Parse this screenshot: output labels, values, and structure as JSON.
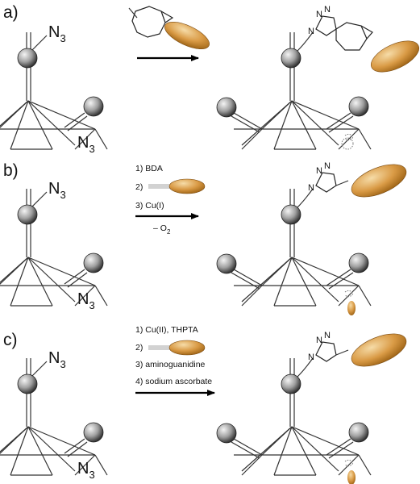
{
  "colors": {
    "sphere_light": "#f4f4f4",
    "sphere_mid": "#a0a0a0",
    "sphere_dark": "#303030",
    "ellipsoid_light": "#f6dca8",
    "ellipsoid_mid": "#d99a45",
    "ellipsoid_dark": "#9a6012",
    "bond": "#333333",
    "arrow": "#000000"
  },
  "labels": {
    "azide": "N",
    "azide_subscript": "3",
    "triazole_n": "N"
  },
  "panels": [
    {
      "letter": "a)",
      "steps": []
    },
    {
      "letter": "b)",
      "steps": [
        "1) BDA",
        "2)",
        "3) Cu(I)"
      ],
      "below_arrow": "– O",
      "below_arrow_subscript": "2"
    },
    {
      "letter": "c)",
      "steps": [
        "1) Cu(II), THPTA",
        "2)",
        "3) aminoguanidine",
        "4) sodium ascorbate"
      ]
    }
  ]
}
